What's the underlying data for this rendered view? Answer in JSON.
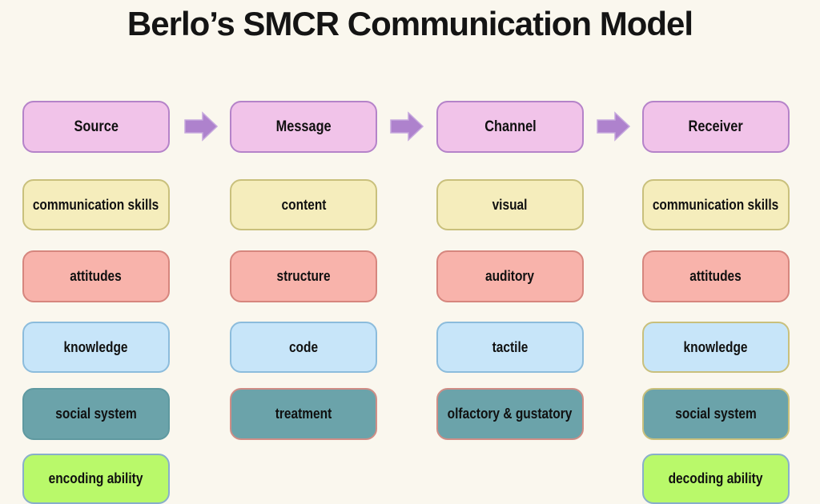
{
  "title": "Berlo’s SMCR Communication Model",
  "palette": {
    "background": "#faf7ee",
    "title_text": "#141414",
    "header_fill": "#f1c3e9",
    "header_border": "#b583c9",
    "arrow_fill": "#ae82cd",
    "arrow_outline": "#c6a8dd",
    "yellow_fill": "#f5edbc",
    "yellow_border": "#c9c07c",
    "salmon_fill": "#f8b3ab",
    "salmon_border": "#d6867e",
    "blue_fill": "#c7e5f9",
    "blue_border": "#8cbcdc",
    "teal_fill": "#6ba3aa",
    "teal_border": "#5f99a0",
    "green_fill": "#b9f96a",
    "green_border": "#88aecb",
    "tan_border": "#c9c07c"
  },
  "columns": [
    {
      "header": "Source",
      "items": [
        {
          "label": "communication skills",
          "variant": "yellow"
        },
        {
          "label": "attitudes",
          "variant": "salmon"
        },
        {
          "label": "knowledge",
          "variant": "blue"
        },
        {
          "label": "social system",
          "variant": "teal"
        },
        {
          "label": "encoding ability",
          "variant": "green"
        }
      ]
    },
    {
      "header": "Message",
      "items": [
        {
          "label": "content",
          "variant": "yellow"
        },
        {
          "label": "structure",
          "variant": "salmon"
        },
        {
          "label": "code",
          "variant": "blue"
        },
        {
          "label": "treatment",
          "variant": "teal-salmon"
        }
      ]
    },
    {
      "header": "Channel",
      "items": [
        {
          "label": "visual",
          "variant": "yellow"
        },
        {
          "label": "auditory",
          "variant": "salmon"
        },
        {
          "label": "tactile",
          "variant": "blue"
        },
        {
          "label": "olfactory & gustatory",
          "variant": "teal-salmon"
        }
      ]
    },
    {
      "header": "Receiver",
      "items": [
        {
          "label": "communication skills",
          "variant": "yellow"
        },
        {
          "label": "attitudes",
          "variant": "salmon"
        },
        {
          "label": "knowledge",
          "variant": "blue-tan"
        },
        {
          "label": "social system",
          "variant": "teal-tan"
        },
        {
          "label": "decoding ability",
          "variant": "green"
        }
      ]
    }
  ]
}
